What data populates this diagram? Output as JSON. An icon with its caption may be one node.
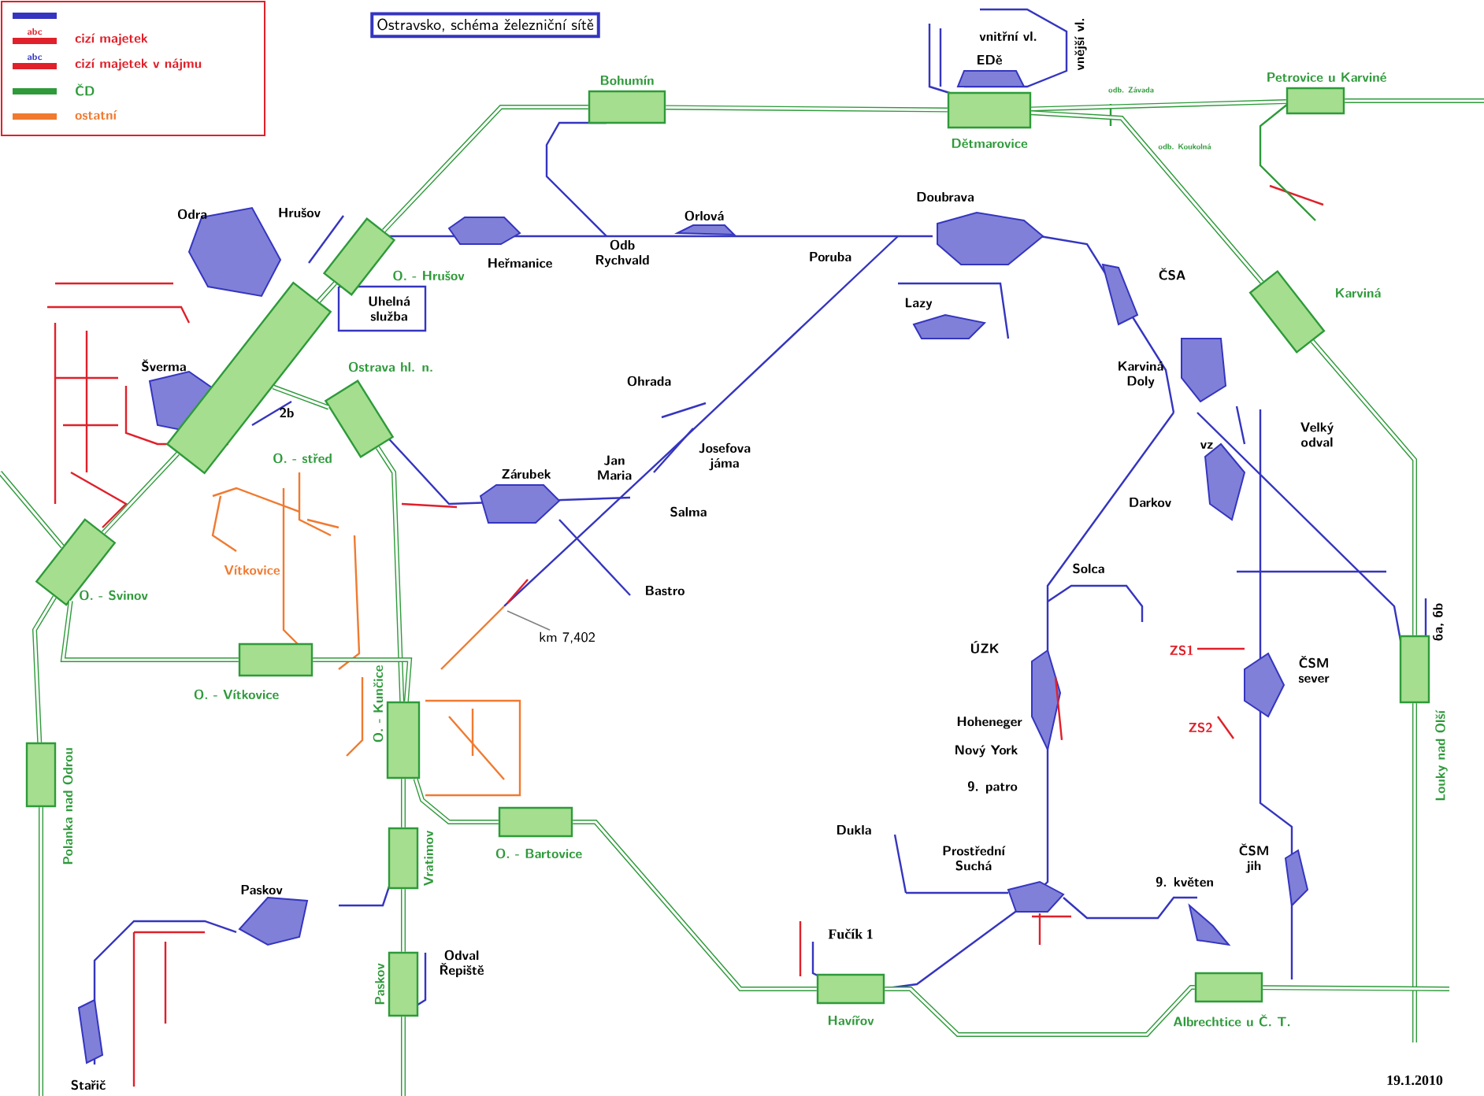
{
  "diagram": {
    "title": "Ostravsko, schéma železniční sítě",
    "nodes": [
      {
        "text": [
          "Bohumín"
        ]
      },
      {
        "text": [
          "Dětmarovice"
        ]
      },
      {
        "text": [
          "Petrovice u Karviné"
        ]
      },
      {
        "text": [
          "Karviná"
        ]
      },
      {
        "text": [
          "O. - Hrušov"
        ]
      },
      {
        "text": [
          "Ostrava hl. n."
        ]
      },
      {
        "text": [
          "O. - střed"
        ]
      },
      {
        "text": [
          "O. - Svinov"
        ]
      },
      {
        "text": [
          "O. - Vítkovice"
        ]
      },
      {
        "text": [
          "O. - Kunčice"
        ]
      },
      {
        "text": [
          "Vratimov"
        ]
      },
      {
        "text": [
          "O. - Bartovice"
        ]
      },
      {
        "text": [
          "Paskov"
        ]
      },
      {
        "text": [
          "Polanka nad Odrou"
        ]
      },
      {
        "text": [
          "Louky nad Olší"
        ]
      },
      {
        "text": [
          "Havířov"
        ]
      },
      {
        "text": [
          "Albrechtice u Č. T."
        ]
      },
      {
        "text": [
          "km 7,402"
        ]
      }
    ],
    "edges": [
      {
        "from": 0,
        "to": 1,
        "arrow": "none"
      },
      {
        "from": 1,
        "to": 2,
        "arrow": "none"
      },
      {
        "from": 2,
        "to": null,
        "arrow": "none"
      },
      {
        "from": 1,
        "to": 3,
        "arrow": "none"
      },
      {
        "from": 3,
        "to": 14,
        "arrow": "none"
      },
      {
        "from": 14,
        "to": null,
        "arrow": "none"
      },
      {
        "from": 0,
        "to": 4,
        "arrow": "none"
      },
      {
        "from": 4,
        "to": 5,
        "arrow": "none"
      },
      {
        "from": 5,
        "to": 7,
        "arrow": "none"
      },
      {
        "from": 5,
        "to": 6,
        "arrow": "none"
      },
      {
        "from": 6,
        "to": 9,
        "arrow": "none"
      },
      {
        "from": 7,
        "to": 13,
        "arrow": "none"
      },
      {
        "from": 7,
        "to": 8,
        "arrow": "none"
      },
      {
        "from": 8,
        "to": 9,
        "arrow": "none"
      },
      {
        "from": 9,
        "to": 10,
        "arrow": "none"
      },
      {
        "from": 10,
        "to": 12,
        "arrow": "none"
      },
      {
        "from": 12,
        "to": null,
        "arrow": "none"
      },
      {
        "from": 9,
        "to": 11,
        "arrow": "none"
      },
      {
        "from": 11,
        "to": 15,
        "arrow": "none"
      },
      {
        "from": 15,
        "to": 16,
        "arrow": "none"
      },
      {
        "from": 16,
        "to": null,
        "arrow": "none"
      },
      {
        "from": 13,
        "to": null,
        "arrow": "none"
      },
      {
        "from": null,
        "to": 7,
        "arrow": "none"
      },
      {
        "from": 17,
        "to": null,
        "arrow": "none"
      }
    ],
    "labels": [
      "abc",
      "abc",
      "Odra",
      "Hrušov",
      "Heřmanice",
      "Odb Rychvald",
      "Orlová",
      "Doubrava",
      "vnitřní vl.",
      "vnější vl.",
      "EDě",
      "odb. Závada",
      "odb. Koukolná",
      "Poruba",
      "Uhelná služba",
      "Lazy",
      "ČSA",
      "Šverma",
      "2b",
      "Ohrada",
      "Karviná Doly",
      "Josefova jáma",
      "vz",
      "Velký odval",
      "Zárubek",
      "Jan Maria",
      "Salma",
      "Darkov",
      "Vítkovice",
      "Bastro",
      "Solca",
      "ÚZK",
      "ZS1",
      "ČSM sever",
      "Hoheneger",
      "Nový York",
      "ZS2",
      "6a, 6b",
      "9. patro",
      "Dukla",
      "Prostřední Suchá",
      "ČSM jih",
      "9. květen",
      "Paskov",
      "Fučík 1",
      "Odval Řepiště",
      "Stařič",
      "19.1.2010"
    ],
    "legend": [
      {
        "text": "cizí majetek",
        "color": "#e0202a"
      },
      {
        "text": "cizí majetek v nájmu",
        "color": "#e0202a"
      },
      {
        "text": "ČD",
        "color": "#2e9a3a"
      },
      {
        "text": "ostatní",
        "color": "#f07a30"
      }
    ]
  }
}
